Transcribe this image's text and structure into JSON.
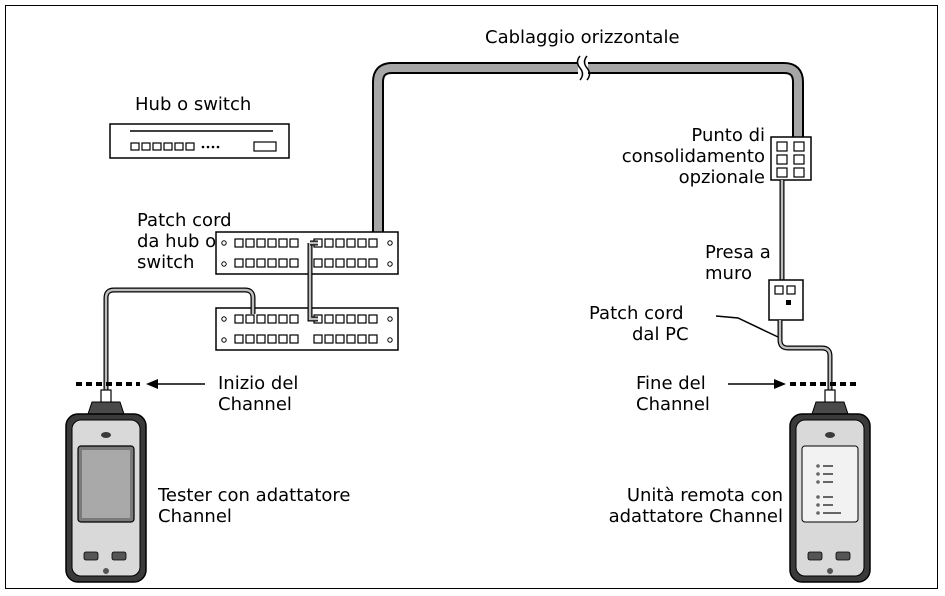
{
  "labels": {
    "horizontal_cabling": "Cablaggio orizzontale",
    "hub_switch": "Hub o switch",
    "consolidation_point": [
      "Punto di",
      "consolidamento",
      "opzionale"
    ],
    "wall_outlet": [
      "Presa a",
      "muro"
    ],
    "patch_cord_hub": [
      "Patch cord",
      "da hub o",
      "switch"
    ],
    "patch_cord_pc": [
      "Patch cord",
      "dal PC"
    ],
    "channel_start": [
      "Inizio del",
      "Channel"
    ],
    "channel_end": [
      "Fine del",
      "Channel"
    ],
    "tester": [
      "Tester con adattatore",
      "Channel"
    ],
    "remote": [
      "Unità remota con",
      "adattatore Channel"
    ]
  }
}
